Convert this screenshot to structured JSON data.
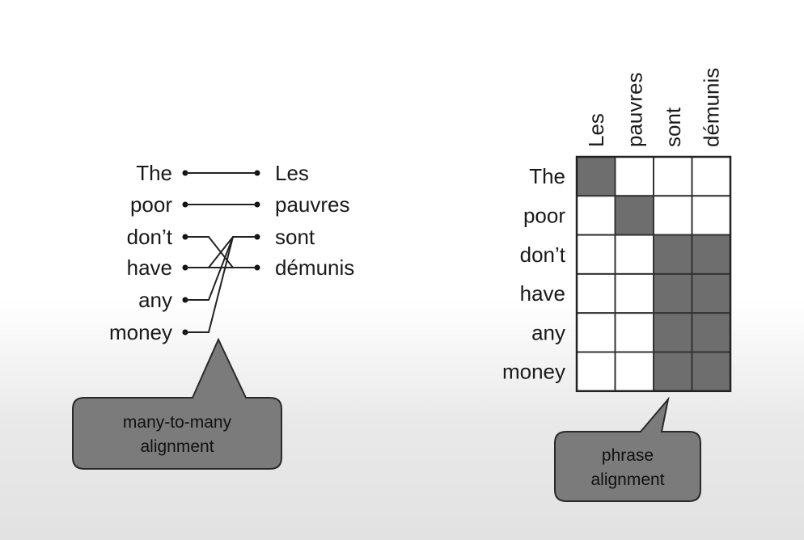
{
  "left_diagram": {
    "source_words": [
      "The",
      "poor",
      "don’t",
      "have",
      "any",
      "money"
    ],
    "target_words": [
      "Les",
      "pauvres",
      "sont",
      "démunis"
    ],
    "links": [
      [
        0,
        0
      ],
      [
        1,
        1
      ],
      [
        2,
        3
      ],
      [
        3,
        2
      ],
      [
        4,
        2
      ],
      [
        5,
        2
      ],
      [
        3,
        3
      ]
    ],
    "callout": [
      "many-to-many",
      "alignment"
    ]
  },
  "right_diagram": {
    "row_words": [
      "The",
      "poor",
      "don’t",
      "have",
      "any",
      "money"
    ],
    "column_words": [
      "Les",
      "pauvres",
      "sont",
      "démunis"
    ],
    "filled_cells": [
      [
        0,
        0
      ],
      [
        1,
        1
      ],
      [
        2,
        2
      ],
      [
        2,
        3
      ],
      [
        3,
        2
      ],
      [
        3,
        3
      ],
      [
        4,
        2
      ],
      [
        4,
        3
      ],
      [
        5,
        2
      ],
      [
        5,
        3
      ]
    ],
    "callout": [
      "phrase",
      "alignment"
    ]
  },
  "colors": {
    "filled_cell": "#6e6e6e",
    "empty_cell": "#ffffff",
    "callout_fill": "#7b7b7b"
  }
}
